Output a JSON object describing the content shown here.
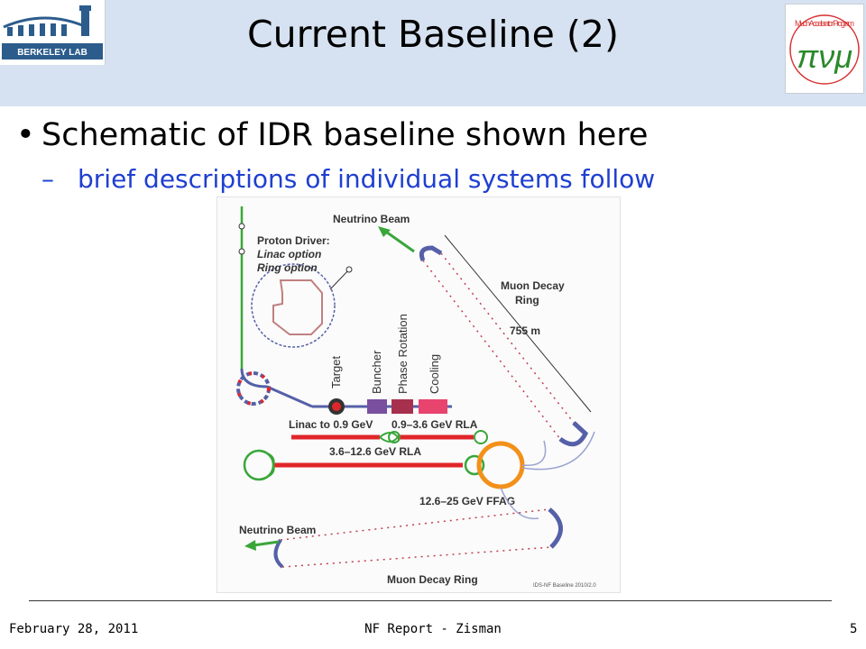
{
  "slide": {
    "title": "Current Baseline (2)",
    "bullet_main": "Schematic of IDR baseline shown here",
    "bullet_sub_dash": "–",
    "bullet_sub": "brief descriptions of individual systems follow",
    "bullet_symbol": "•"
  },
  "logos": {
    "left": {
      "text": "BERKELEY LAB"
    },
    "right": {
      "ring_text": "Muon Accelerator Program",
      "symbols": "πνμ"
    }
  },
  "diagram": {
    "labels": {
      "neutrino_beam_top": "Neutrino Beam",
      "proton_driver": "Proton Driver:",
      "linac_option": "Linac option",
      "ring_option": "Ring option",
      "muon_decay_ring_1": "Muon Decay",
      "muon_decay_ring_2": "Ring",
      "length": "755 m",
      "target": "Target",
      "buncher": "Buncher",
      "phase_rotation": "Phase Rotation",
      "cooling": "Cooling",
      "linac_gev": "Linac to 0.9 GeV",
      "rla1": "0.9–3.6 GeV RLA",
      "rla2": "3.6–12.6 GeV RLA",
      "ffag": "12.6–25 GeV FFAG",
      "neutrino_beam_bottom": "Neutrino Beam",
      "muon_decay_ring_bottom": "Muon Decay Ring",
      "credit": "IDS-NF Baseline 2010/2.0"
    },
    "colors": {
      "ring_blue": "#5560a8",
      "red": "#e0262a",
      "green": "#3aa63a",
      "orange": "#f39019",
      "buncher": "#7a4fa0",
      "phase_rotation": "#a8304f",
      "cooling": "#e8446d"
    }
  },
  "footer": {
    "date": "February 28, 2011",
    "center": "NF Report - Zisman",
    "page": "5"
  }
}
